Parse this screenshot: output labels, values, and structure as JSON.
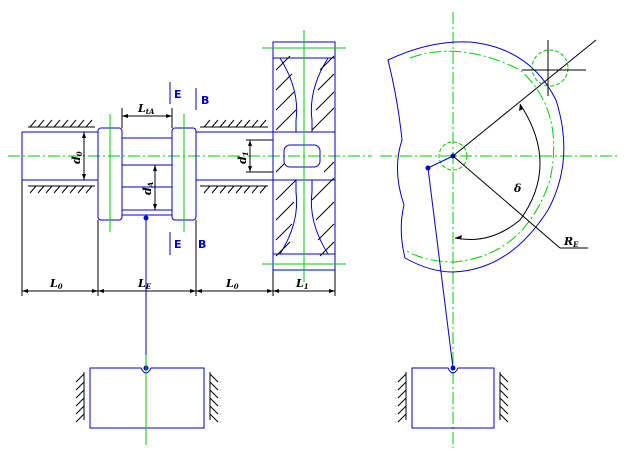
{
  "labels": {
    "d0": {
      "base": "d",
      "sub": "0"
    },
    "dA": {
      "base": "d",
      "sub": "A"
    },
    "d1": {
      "base": "d",
      "sub": "1"
    },
    "LtA": {
      "base": "L",
      "sub": "tA"
    },
    "L0_left": {
      "base": "L",
      "sub": "0"
    },
    "LE": {
      "base": "L",
      "sub": "E"
    },
    "L0_right": {
      "base": "L",
      "sub": "0"
    },
    "L1": {
      "base": "L",
      "sub": "1"
    },
    "RE": {
      "base": "R",
      "sub": "E"
    },
    "delta": "δ"
  },
  "section_marks": {
    "E_top": "E",
    "B_top": "B",
    "E_bottom": "E",
    "B_bottom": "B"
  },
  "colors": {
    "outline": "#0000cc",
    "centerline": "#00cc00",
    "dimension": "#000000"
  }
}
